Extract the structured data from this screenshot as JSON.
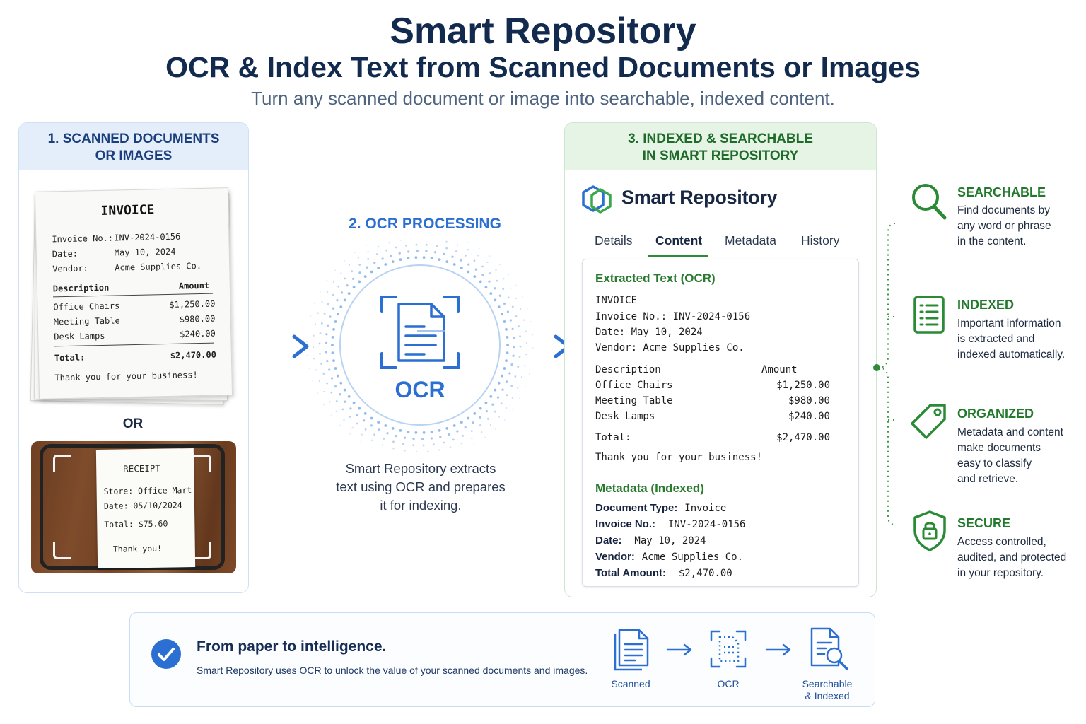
{
  "header": {
    "title": "Smart Repository",
    "subtitle": "OCR & Index Text from Scanned Documents or Images",
    "tagline": "Turn any scanned document or image into searchable, indexed content."
  },
  "step1": {
    "title_line1": "1. SCANNED DOCUMENTS",
    "title_line2": "OR IMAGES",
    "invoice": {
      "title": "INVOICE",
      "invoice_no_label": "Invoice No.:",
      "invoice_no": "INV-2024-0156",
      "date_label": "Date:",
      "date": "May 10, 2024",
      "vendor_label": "Vendor:",
      "vendor": "Acme Supplies Co.",
      "desc_header": "Description",
      "amount_header": "Amount",
      "items": [
        {
          "name": "Office Chairs",
          "amount": "$1,250.00"
        },
        {
          "name": "Meeting Table",
          "amount": "$980.00"
        },
        {
          "name": "Desk Lamps",
          "amount": "$240.00"
        }
      ],
      "total_label": "Total:",
      "total": "$2,470.00",
      "thanks": "Thank you for your business!"
    },
    "or_label": "OR",
    "receipt": {
      "title": "RECEIPT",
      "store": "Store: Office Mart",
      "date": "Date: 05/10/2024",
      "total": "Total: $75.60",
      "thanks": "Thank you!"
    }
  },
  "step2": {
    "title": "2.  OCR PROCESSING",
    "ocr_label": "OCR",
    "description_lines": [
      "Smart Repository extracts",
      "text using OCR and prepares",
      "it for indexing."
    ]
  },
  "step3": {
    "title_line1": "3. INDEXED & SEARCHABLE",
    "title_line2": "IN SMART REPOSITORY",
    "brand": "Smart Repository",
    "tabs": [
      "Details",
      "Content",
      "Metadata",
      "History"
    ],
    "active_tab": "Content",
    "extracted": {
      "title": "Extracted Text (OCR)",
      "heading": "INVOICE",
      "invoice_no": "Invoice No.: INV-2024-0156",
      "date": "Date:  May 10, 2024",
      "vendor": "Vendor:  Acme Supplies Co.",
      "desc_header": "Description",
      "amount_header": "Amount",
      "items": [
        {
          "name": "Office Chairs",
          "amount": "$1,250.00"
        },
        {
          "name": "Meeting Table",
          "amount": "$980.00"
        },
        {
          "name": "Desk Lamps",
          "amount": "$240.00"
        }
      ],
      "total_label": "Total:",
      "total": "$2,470.00",
      "thanks": "Thank you for your business!"
    },
    "metadata": {
      "title": "Metadata (Indexed)",
      "fields": [
        {
          "label": "Document Type:",
          "value": "Invoice"
        },
        {
          "label": "Invoice No.:",
          "value": "INV-2024-0156"
        },
        {
          "label": "Date:",
          "value": "May 10, 2024"
        },
        {
          "label": "Vendor:",
          "value": "Acme Supplies Co."
        },
        {
          "label": "Total Amount:",
          "value": "$2,470.00"
        }
      ]
    }
  },
  "features": [
    {
      "title": "SEARCHABLE",
      "lines": [
        "Find documents by",
        "any word or phrase",
        "in the content."
      ],
      "icon": "magnifier-icon"
    },
    {
      "title": "INDEXED",
      "lines": [
        "Important information",
        "is extracted and",
        "indexed automatically."
      ],
      "icon": "index-list-icon"
    },
    {
      "title": "ORGANIZED",
      "lines": [
        "Metadata and content",
        "make documents",
        "easy to classify",
        "and retrieve."
      ],
      "icon": "tag-icon"
    },
    {
      "title": "SECURE",
      "lines": [
        "Access controlled,",
        "audited, and protected",
        "in your repository."
      ],
      "icon": "shield-lock-icon"
    }
  ],
  "bottom": {
    "title": "From paper to intelligence.",
    "description": "Smart Repository uses OCR to unlock the value of your scanned documents and images.",
    "flow": [
      {
        "label_line1": "Scanned",
        "label_line2": ""
      },
      {
        "label_line1": "OCR",
        "label_line2": ""
      },
      {
        "label_line1": "Searchable",
        "label_line2": "& Indexed"
      }
    ]
  },
  "colors": {
    "navy": "#132a4f",
    "blue": "#2a6fd1",
    "green": "#22792c",
    "panel1_header": "#e4eefa",
    "panel3_header": "#e6f4e6"
  }
}
